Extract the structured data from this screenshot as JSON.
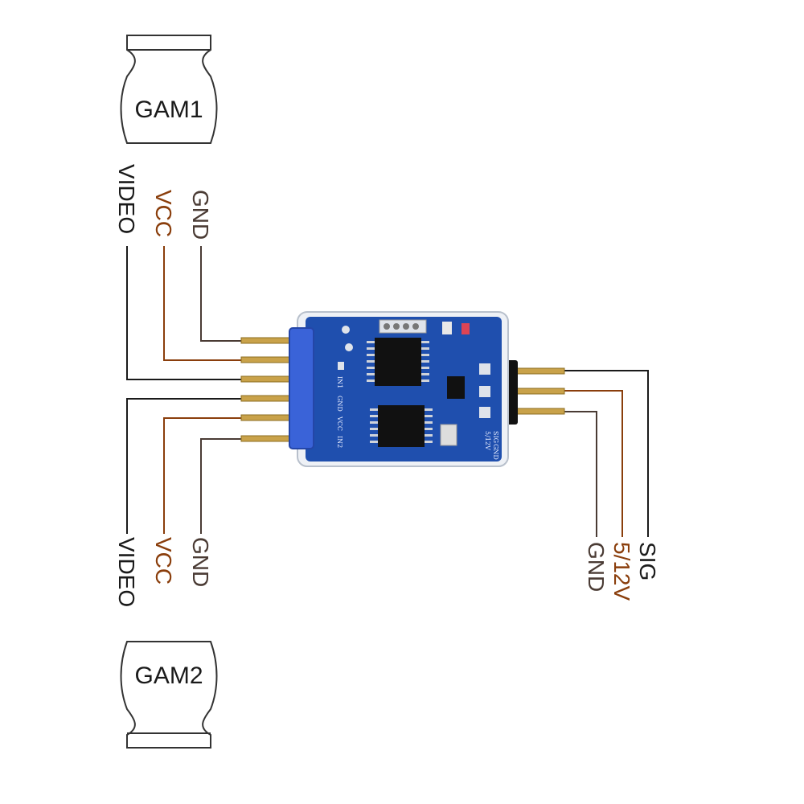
{
  "camera_top": {
    "label": "GAM1"
  },
  "camera_bottom": {
    "label": "GAM2"
  },
  "top_wires": [
    {
      "label": "VIDEO",
      "color": "#1a1a1a"
    },
    {
      "label": "VCC",
      "color": "#8a3e0c"
    },
    {
      "label": "GND",
      "color": "#4a3b34"
    }
  ],
  "bottom_wires": [
    {
      "label": "VIDEO",
      "color": "#1a1a1a"
    },
    {
      "label": "VCC",
      "color": "#8a3e0c"
    },
    {
      "label": "GND",
      "color": "#4a3b34"
    }
  ],
  "right_wires": [
    {
      "label": "SIG",
      "color": "#1a1a1a"
    },
    {
      "label": "5/12V",
      "color": "#8a3e0c"
    },
    {
      "label": "GND",
      "color": "#4a3b34"
    }
  ],
  "board": {
    "silk_in1": "IN1",
    "silk_gnd": "GND",
    "silk_vcc": "VCC",
    "silk_in2": "IN2",
    "silk_sig": "SIG",
    "silk_512v": "5/12V",
    "silk_gnd2": "GND",
    "pcb_color": "#1f4fae",
    "connector_color": "#3a63d8"
  }
}
